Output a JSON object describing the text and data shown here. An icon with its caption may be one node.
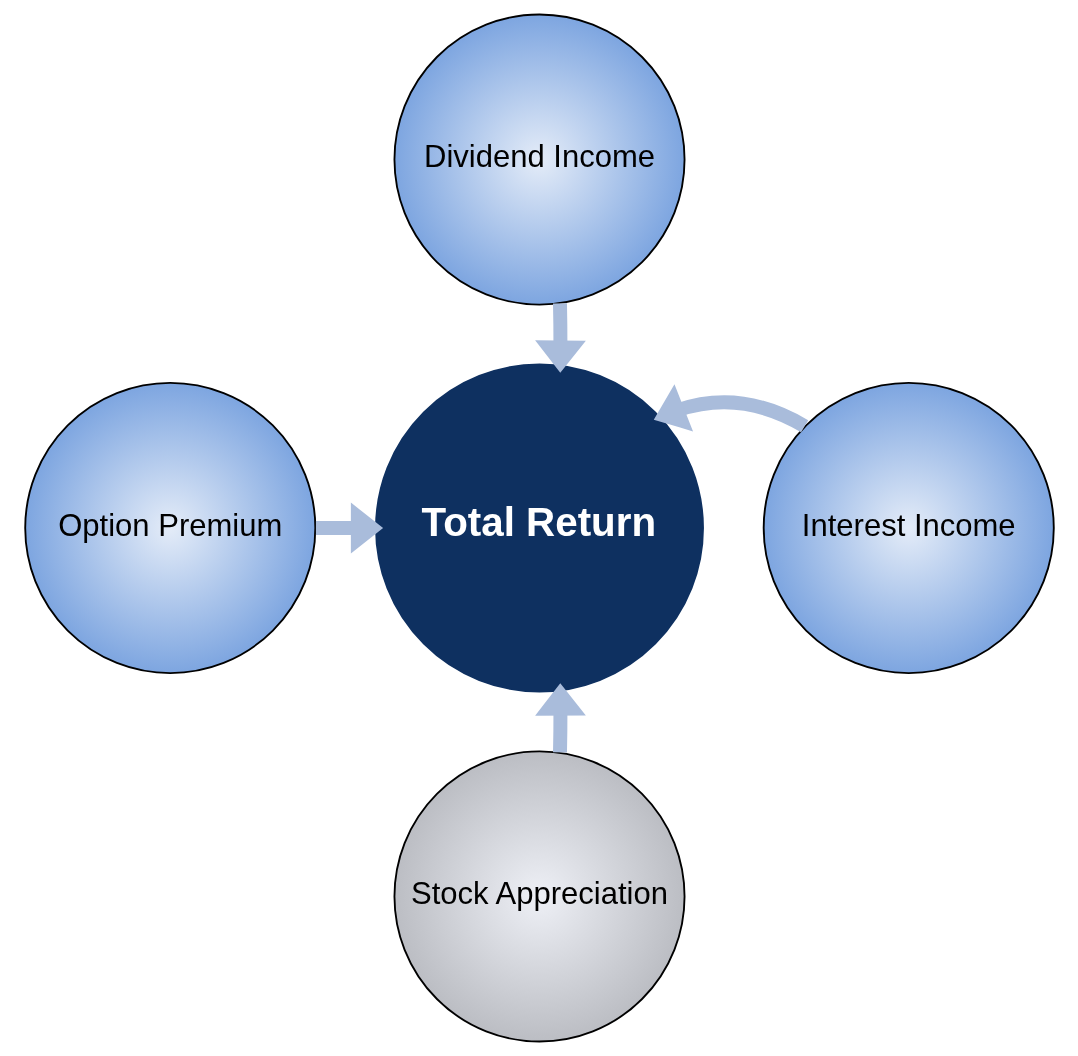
{
  "diagram": {
    "nodes": [
      {
        "text": [
          "Dividend Income"
        ]
      },
      {
        "text": [
          "Option Premium"
        ]
      },
      {
        "text": [
          "Total Return"
        ]
      },
      {
        "text": [
          "Interest Income"
        ]
      },
      {
        "text": [
          "Stock Appreciation"
        ]
      }
    ],
    "edges": [
      {
        "from": 0,
        "to": 2,
        "arrow": "to"
      },
      {
        "from": 1,
        "to": 2,
        "arrow": "to"
      },
      {
        "from": 3,
        "to": 2,
        "arrow": "to"
      },
      {
        "from": 4,
        "to": 2,
        "arrow": "to"
      }
    ]
  }
}
